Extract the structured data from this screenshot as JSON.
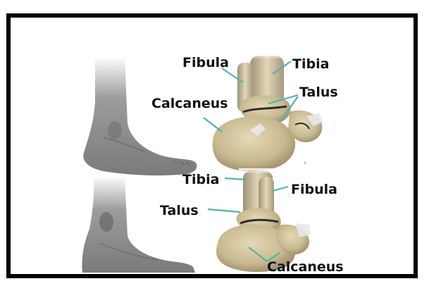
{
  "colors": {
    "frame": "#000000",
    "background": "#ffffff",
    "pointer": "#4fb3ad",
    "bone": "#cdbf98",
    "skin": "#8d8d8d"
  },
  "diagram": {
    "top_panel": {
      "labels": {
        "fibula": "Fibula",
        "tibia": "Tibia",
        "talus": "Talus",
        "calcaneus": "Calcaneus"
      }
    },
    "bottom_panel": {
      "labels": {
        "tibia": "Tibia",
        "fibula": "Fibula",
        "talus": "Talus",
        "calcaneus": "Calcaneus"
      }
    }
  }
}
